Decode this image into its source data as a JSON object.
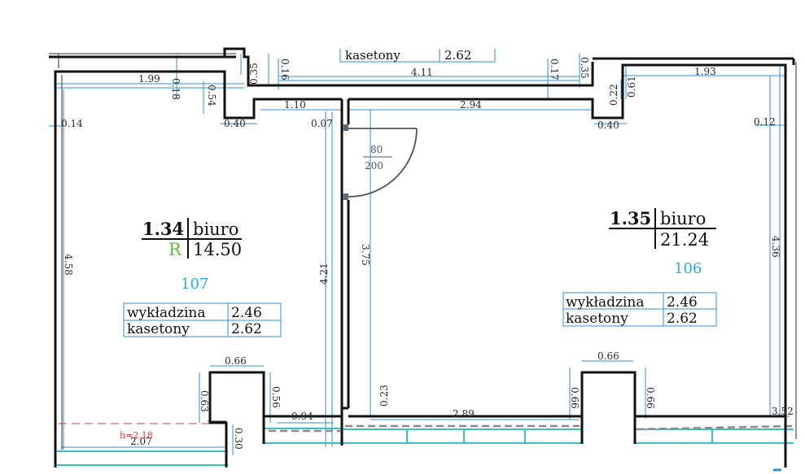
{
  "rooms": [
    {
      "number": "1.34",
      "name": "biuro",
      "marker": "R",
      "area": "14.50",
      "code": "107",
      "finishes": [
        {
          "material": "wykładzina",
          "height": "2.46"
        },
        {
          "material": "kasetony",
          "height": "2.62"
        }
      ]
    },
    {
      "number": "1.35",
      "name": "biuro",
      "area": "21.24",
      "code": "106",
      "finishes": [
        {
          "material": "wykładzina",
          "height": "2.46"
        },
        {
          "material": "kasetony",
          "height": "2.62"
        }
      ]
    }
  ],
  "top_room_fragment": {
    "material": "kasetony",
    "height": "2.62"
  },
  "door": {
    "width": "80",
    "height": "200"
  },
  "ceiling_height_note": "h=2.18",
  "dimensions": {
    "d_199": "1.99",
    "d_018": "0.18",
    "d_054": "0.54",
    "d_035a": "0.35",
    "d_016": "0.16",
    "d_411": "4.11",
    "d_017": "0.17",
    "d_035b": "0.35",
    "d_022": "0.22",
    "d_061": "0.61",
    "d_193": "1.93",
    "d_110": "1.10",
    "d_294": "2.94",
    "d_014": "0.14",
    "d_040a": "0.40",
    "d_007": "0.07",
    "d_040b": "0.40",
    "d_012": "0.12",
    "d_458": "4.58",
    "d_421": "4.21",
    "d_375": "3.75",
    "d_436": "4.36",
    "d_066a": "0.66",
    "d_063": "0.63",
    "d_056": "0.56",
    "d_094": "0.94",
    "d_023": "0.23",
    "d_289": "2.89",
    "d_066b": "0.66",
    "d_066c": "0.66",
    "d_066d": "0.66",
    "d_207": "2.07",
    "d_030": "0.30",
    "d_352": "3.52"
  },
  "colors": {
    "wall": "#111111",
    "dimension_line": "#2f8fd8",
    "room_code": "#29a9e1",
    "marker_r": "#5bbf3a",
    "window": "#3cc0c8",
    "ceiling_note": "#d8383f"
  }
}
